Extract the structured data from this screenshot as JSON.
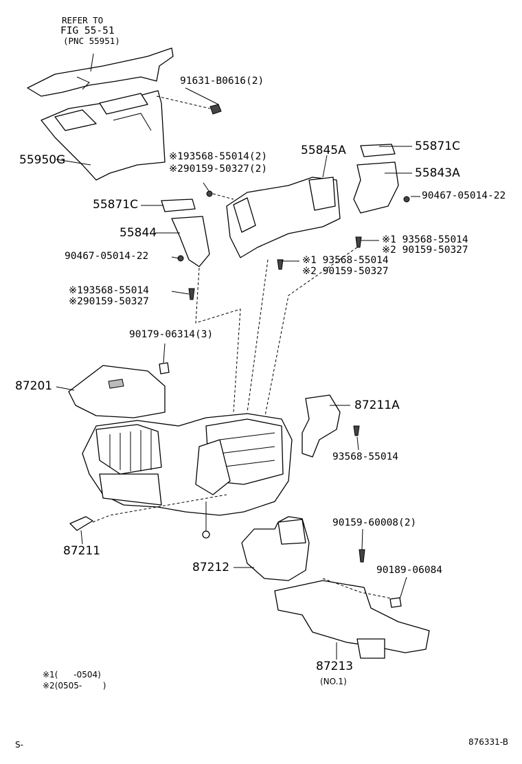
{
  "reference": {
    "line1": "REFER TO",
    "line2": "FIG 55-51",
    "line3": "(PNC 55951)"
  },
  "parts": {
    "p91631": "91631-B0616(2)",
    "p55950G": "55950G",
    "p93568_2": "※193568-55014(2)",
    "p90159_2": "※290159-50327(2)",
    "p55845A": "55845A",
    "p55871C_r": "55871C",
    "p55843A": "55843A",
    "p90467_r": "90467-05014-22",
    "p55871C_l": "55871C",
    "p55844": "55844",
    "p90467_l": "90467-05014-22",
    "p93568_r1": "※1 93568-55014",
    "p90159_r2": "※2 90159-50327",
    "p93568_c1": "※1 93568-55014",
    "p90159_c2": "※2 90159-50327",
    "p93568_l1": "※193568-55014",
    "p90159_l2": "※290159-50327",
    "p90179": "90179-06314(3)",
    "p87201": "87201",
    "p87211A": "87211A",
    "p93568_single": "93568-55014",
    "p87211": "87211",
    "p90159_60008": "90159-60008(2)",
    "p90189": "90189-06084",
    "p87212": "87212",
    "p87213": "87213",
    "p87213_no": "(NO.1)"
  },
  "notes": {
    "note1": "※1(      -0504)",
    "note2": "※2(0505-        )"
  },
  "footer": {
    "left": "S-",
    "right": "876331-B"
  }
}
